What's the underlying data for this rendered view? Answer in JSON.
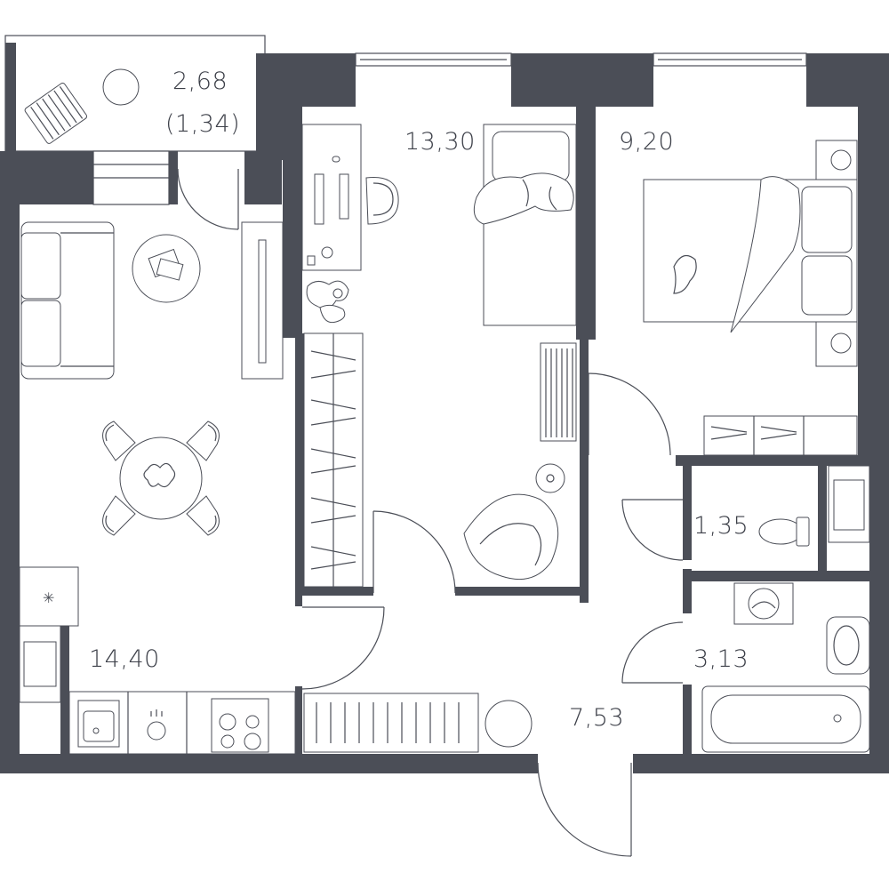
{
  "plan": {
    "rooms": [
      {
        "id": "balcony",
        "area": "2,68",
        "area_secondary": "(1,34)"
      },
      {
        "id": "bedroom-1",
        "area": "13,30"
      },
      {
        "id": "bedroom-2",
        "area": "9,20"
      },
      {
        "id": "toilet",
        "area": "1,35"
      },
      {
        "id": "bathroom",
        "area": "3,13"
      },
      {
        "id": "living-kitchen",
        "area": "14,40"
      },
      {
        "id": "hallway",
        "area": "7,53"
      }
    ],
    "colors": {
      "wall": "#4b4e57",
      "line": "#4b4e57",
      "background": "#ffffff"
    }
  }
}
